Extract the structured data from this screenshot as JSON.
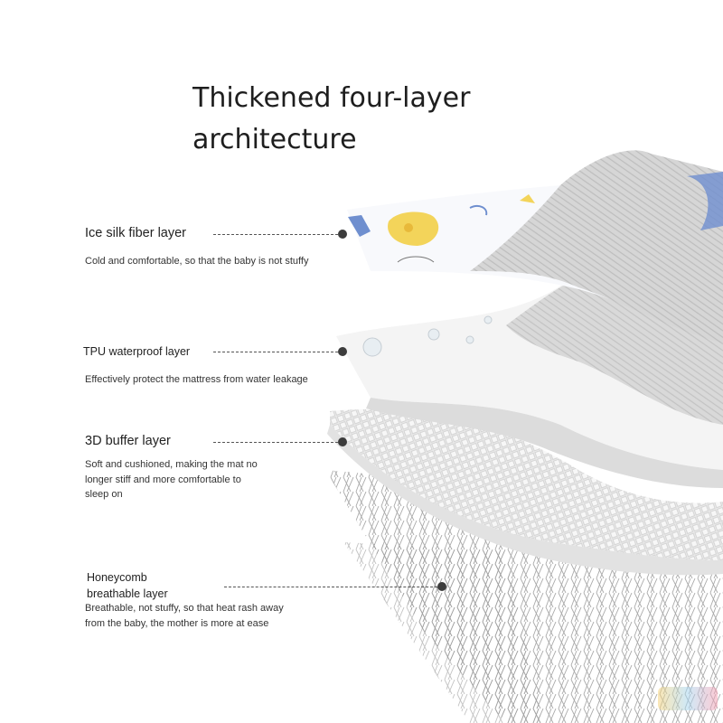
{
  "title": "Thickened four-layer architecture",
  "layers": [
    {
      "label": "Ice silk fiber layer",
      "description": "Cold and comfortable, so that the baby is not stuffy"
    },
    {
      "label": "TPU waterproof layer",
      "description": "Effectively protect the mattress from water leakage"
    },
    {
      "label": "3D buffer layer",
      "description": "Soft and cushioned, making the mat no longer stiff and more comfortable to sleep on"
    },
    {
      "label": "Honeycomb breathable layer",
      "description": "Breathable, not stuffy, so that heat rash away from the baby, the mother is more at ease"
    }
  ],
  "colors": {
    "text": "#222222",
    "fabric": "#d9d9d9",
    "pattern_blue": "#6f8fcf",
    "pattern_yellow": "#f3d45a"
  }
}
